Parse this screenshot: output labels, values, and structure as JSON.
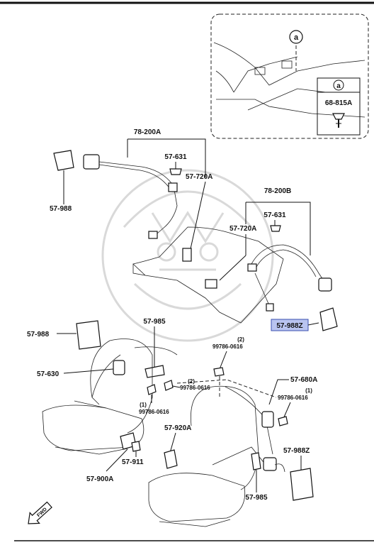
{
  "diagram": {
    "parts": {
      "belt_front_right": "78-200A",
      "belt_rear_right": "78-200B",
      "cap_left": "57-631",
      "cap_right": "57-631",
      "retractor_cover_left": "57-720A",
      "retractor_cover_right": "57-720A",
      "cover_top_left": "57-988",
      "cover_mid_left": "57-988",
      "cover_right_highlight": "57-988Z",
      "cover_bottom_right": "57-988Z",
      "buckle_upper": "57-985",
      "buckle_lower": "57-985",
      "belt_left_seat": "57-630",
      "belt_right_seat": "57-680A",
      "bolt_a": "99786-0616",
      "bolt_a_qty": "(1)",
      "bolt_b": "99786-0616",
      "bolt_b_qty": "(2)",
      "bolt_c": "99786-0616",
      "bolt_c_qty": "(2)",
      "bolt_d": "99786-0616",
      "bolt_d_qty": "(1)",
      "buckle_center": "57-920A",
      "anchor_left": "57-900A",
      "anchor_bolt": "57-911"
    },
    "inset": {
      "callout": "a",
      "detail_callout": "a",
      "detail_part": "68-815A"
    },
    "fwd_arrow": "FWD",
    "highlight_color": "#b9c4f0"
  }
}
